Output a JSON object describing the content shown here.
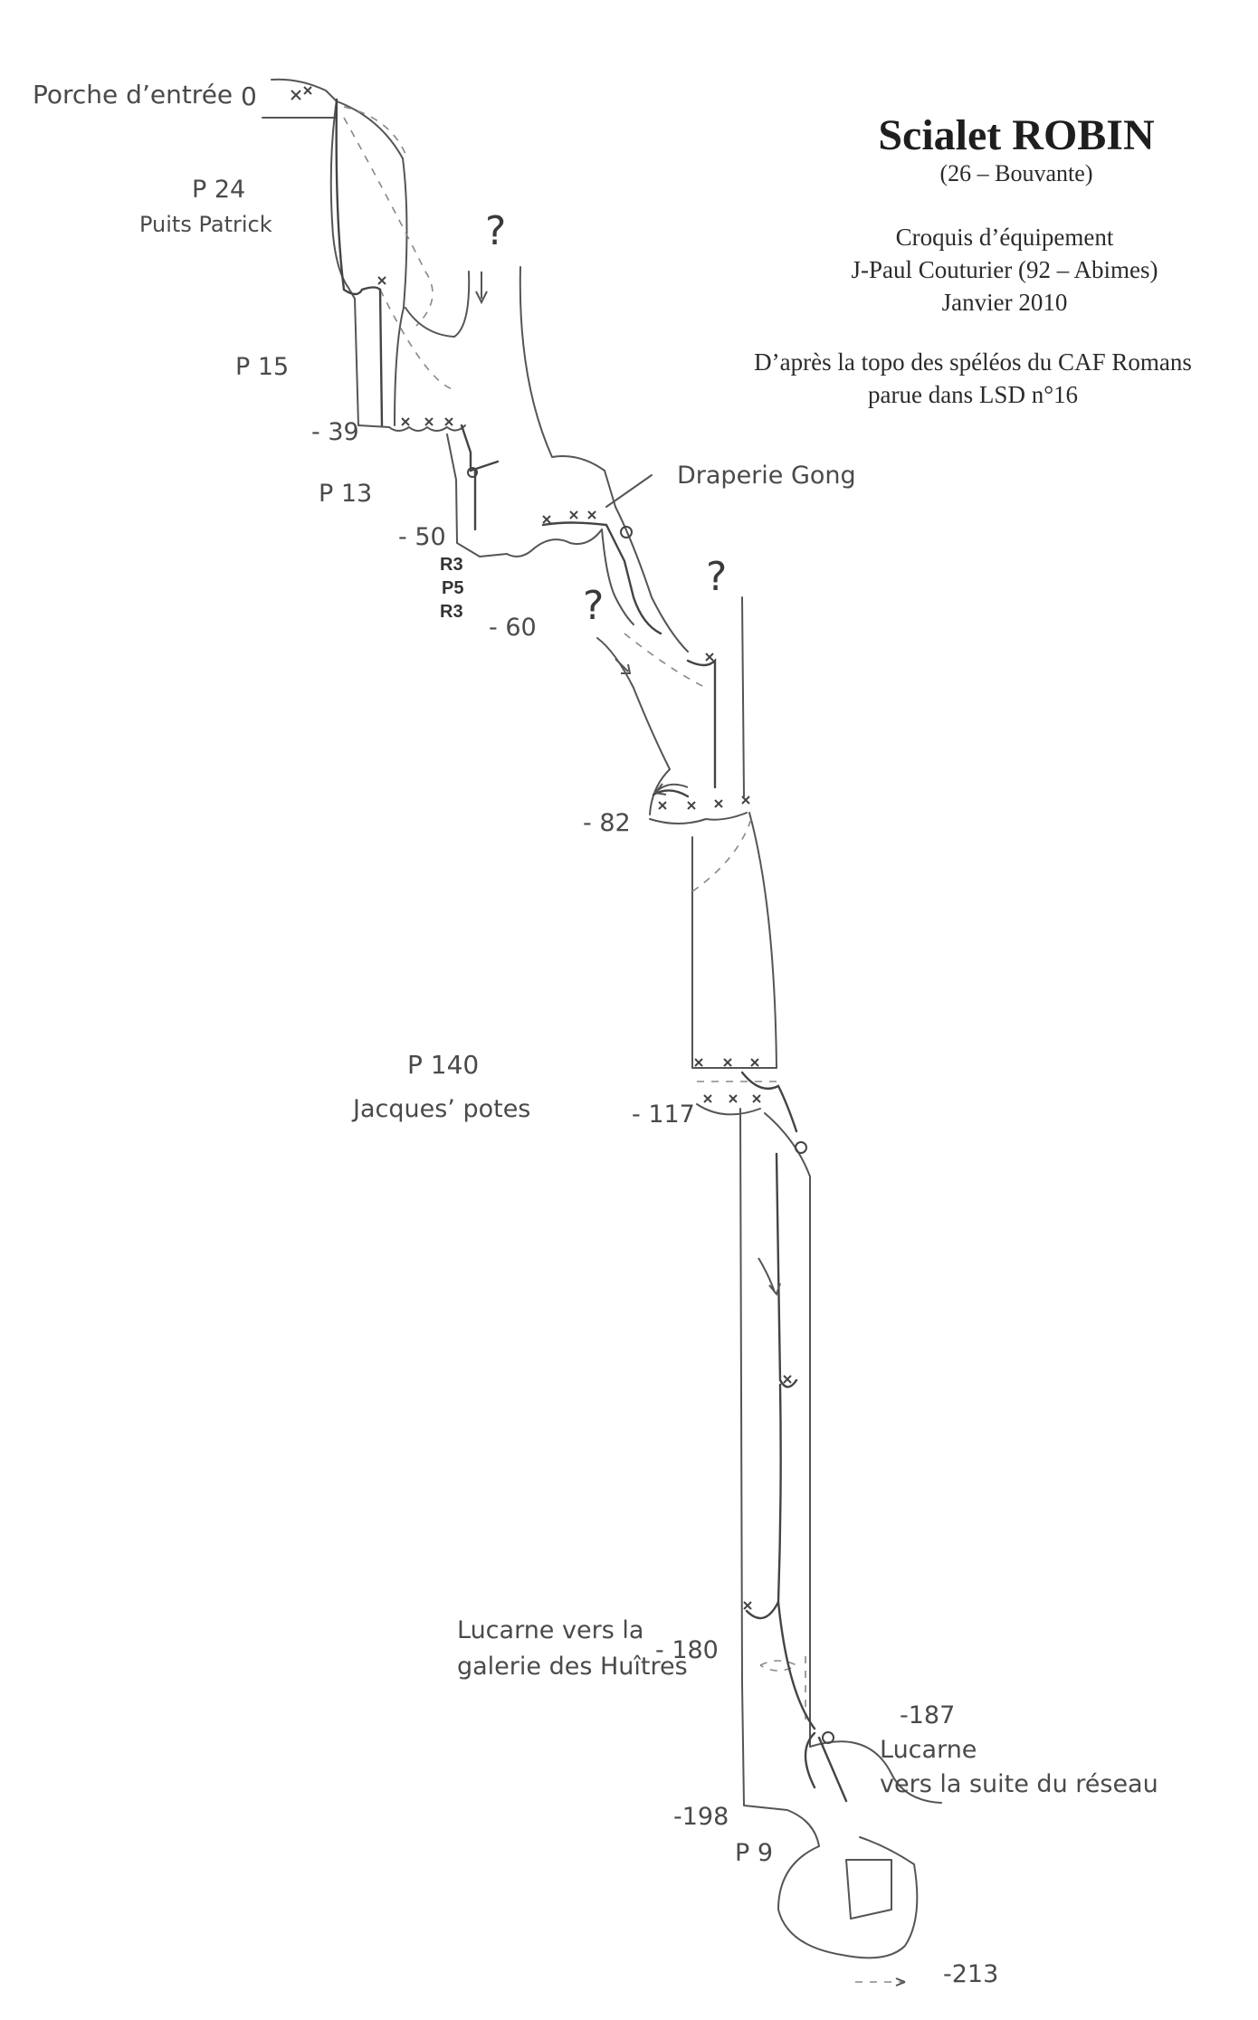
{
  "header": {
    "title": "Scialet ROBIN",
    "subtitle": "(26 – Bouvante)",
    "line1": "Croquis d’équipement",
    "line2": "J-Paul Couturier (92 – Abimes)",
    "line3": "Janvier 2010",
    "source1": "D’après la topo des spéléos du CAF Romans",
    "source2": "parue dans LSD n°16"
  },
  "labels": {
    "entrance": "Porche d’entrée",
    "depth_0": "0",
    "p24": "P 24",
    "puits_patrick": "Puits Patrick",
    "p15": "P 15",
    "depth_39": "- 39",
    "p13": "P 13",
    "depth_50": "- 50",
    "r3a": "R3",
    "p5": "P5",
    "r3b": "R3",
    "depth_60": "- 60",
    "draperie": "Draperie Gong",
    "depth_82": "- 82",
    "p140": "P 140",
    "jacques": "Jacques’ potes",
    "depth_117": "- 117",
    "lucarne1_a": "Lucarne vers la",
    "lucarne1_b": "galerie des Huîtres",
    "depth_180": "- 180",
    "depth_187": "-187",
    "lucarne2_a": "Lucarne",
    "lucarne2_b": "vers la suite du réseau",
    "depth_198": "-198",
    "p9": "P 9",
    "depth_213": "-213",
    "unknown": "?"
  },
  "colors": {
    "line": "#555555",
    "rope": "#444444",
    "dashed": "#888888"
  }
}
